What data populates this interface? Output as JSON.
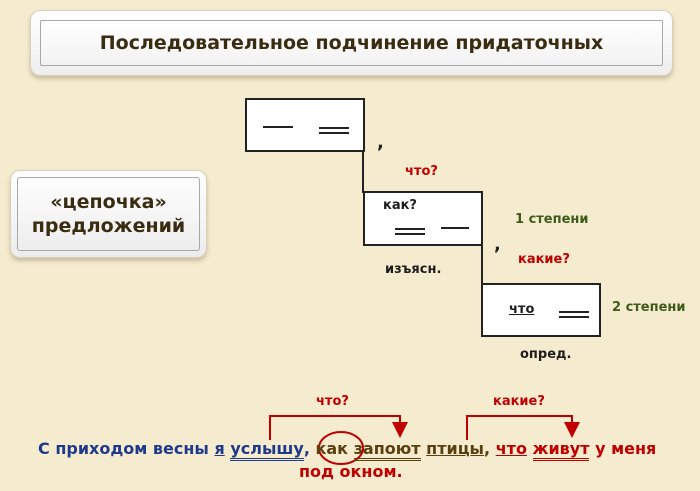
{
  "title": "Последовательное подчинение придаточных",
  "chain_label": {
    "line1": "«цепочка»",
    "line2": "предложений"
  },
  "clause1": {
    "comma": ","
  },
  "clause2": {
    "word": "как?",
    "comma": ","
  },
  "clause3": {
    "word": "что"
  },
  "labels": {
    "q1": "что?",
    "q2": "какие?",
    "degree1": "1 степени",
    "degree2": "2 степени",
    "type1": "изъясн.",
    "type2": "опред."
  },
  "sentence": {
    "arc_q1": "что?",
    "arc_q2": "какие?",
    "line1": {
      "p1": "С приходом весны",
      "w_ya": "я",
      "w_uslyshu": "услышу",
      "comma1": ",",
      "w_kak": "как",
      "w_zapoyut": "запоют",
      "w_ptitsy": "птицы",
      "comma2": ",",
      "w_chto": "что",
      "w_zhivut": "живут",
      "p2": "у меня"
    },
    "line2": "под окном."
  },
  "colors": {
    "background": "#f5ecd0",
    "question_red": "#c00000",
    "degree_green": "#3e5c18",
    "sentence_blue": "#1f3a8a"
  }
}
